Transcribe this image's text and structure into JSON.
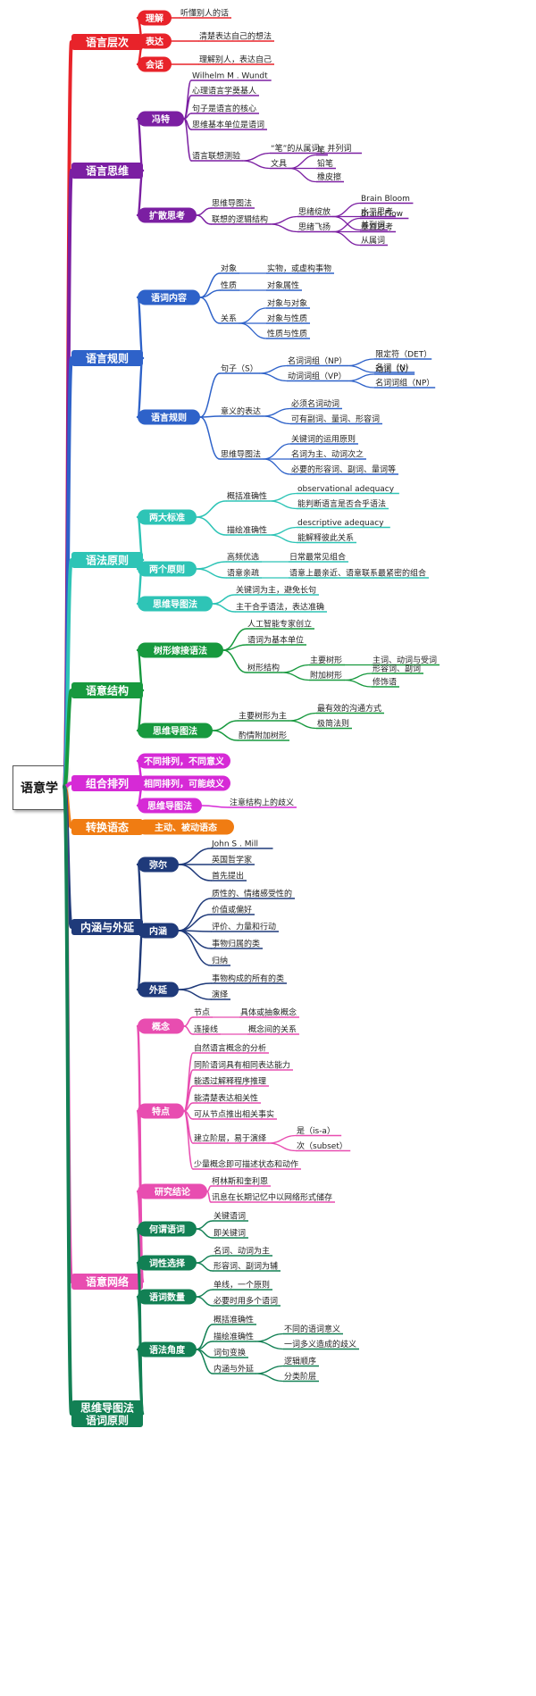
{
  "root": "语意学",
  "branches": [
    {
      "label": "语言层次",
      "color": "#e8232a",
      "children": [
        {
          "label": "理解",
          "leaves": [
            {
              "t": "听懂别人的话"
            }
          ]
        },
        {
          "label": "表达",
          "leaves": [
            {
              "t": "清楚表达自己的想法"
            }
          ]
        },
        {
          "label": "会话",
          "leaves": [
            {
              "t": "理解别人，表达自己"
            }
          ]
        }
      ]
    },
    {
      "label": "语言思维",
      "color": "#7b1fa2",
      "children": [
        {
          "label": "冯特",
          "leaves": [
            {
              "t": "Wilhelm M . Wundt"
            },
            {
              "t": "心理语言学奠基人"
            },
            {
              "t": "句子是语言的核心"
            },
            {
              "t": "思维基本单位是语词"
            },
            {
              "t": "语言联想测验",
              "sub": [
                {
                  "t": "“笔”的从属词、并列词"
                },
                {
                  "t": "文具",
                  "sub": [
                    {
                      "t": "笔"
                    },
                    {
                      "t": "铅笔"
                    },
                    {
                      "t": "橡皮擦"
                    }
                  ]
                }
              ]
            }
          ]
        },
        {
          "label": "扩散思考",
          "leaves": [
            {
              "t": "思维导图法"
            },
            {
              "t": "联想的逻辑结构",
              "sub": [
                {
                  "t": "思绪绽放",
                  "sub": [
                    {
                      "t": "Brain Bloom"
                    },
                    {
                      "t": "水平思考"
                    },
                    {
                      "t": "并列词"
                    }
                  ]
                },
                {
                  "t": "思绪飞扬",
                  "sub": [
                    {
                      "t": "Brain Flow"
                    },
                    {
                      "t": "垂直思考"
                    },
                    {
                      "t": "从属词"
                    }
                  ]
                }
              ]
            }
          ]
        }
      ]
    },
    {
      "label": "语言规则",
      "color": "#2e62c9",
      "children": [
        {
          "label": "语词内容",
          "leaves": [
            {
              "t": "对象",
              "sub": [
                {
                  "t": "实物，或虚构事物"
                }
              ]
            },
            {
              "t": "性质",
              "sub": [
                {
                  "t": "对象属性"
                }
              ]
            },
            {
              "t": "关系",
              "sub": [
                {
                  "t": "对象与对象"
                },
                {
                  "t": "对象与性质"
                },
                {
                  "t": "性质与性质"
                }
              ]
            }
          ]
        },
        {
          "label": "语言规则",
          "leaves": [
            {
              "t": "句子（S）",
              "sub": [
                {
                  "t": "名词词组（NP）",
                  "sub": [
                    {
                      "t": "限定符（DET）"
                    },
                    {
                      "t": "名词（N）"
                    }
                  ]
                },
                {
                  "t": "动词词组（VP）",
                  "sub": [
                    {
                      "t": "动词（V）"
                    },
                    {
                      "t": "名词词组（NP）"
                    }
                  ]
                }
              ]
            },
            {
              "t": "意义的表达",
              "sub": [
                {
                  "t": "必须名词动词"
                },
                {
                  "t": "可有副词、量词、形容词"
                }
              ]
            },
            {
              "t": "思维导图法",
              "sub": [
                {
                  "t": "关键词的运用原则"
                },
                {
                  "t": "名词为主、动词次之"
                },
                {
                  "t": "必要的形容词、副词、量词等"
                }
              ]
            }
          ]
        }
      ]
    },
    {
      "label": "语法原则",
      "color": "#2ec4b6",
      "children": [
        {
          "label": "两大标准",
          "leaves": [
            {
              "t": "概括准确性",
              "sub": [
                {
                  "t": "observational adequacy"
                },
                {
                  "t": "能判断语言是否合乎语法"
                }
              ]
            },
            {
              "t": "描绘准确性",
              "sub": [
                {
                  "t": "descriptive adequacy"
                },
                {
                  "t": "能解释彼此关系"
                }
              ]
            }
          ]
        },
        {
          "label": "两个原则",
          "leaves": [
            {
              "t": "高频优选",
              "sub": [
                {
                  "t": "日常最常见组合"
                }
              ]
            },
            {
              "t": "语意亲疏",
              "sub": [
                {
                  "t": "语意上最亲近、语意联系最紧密的组合"
                }
              ]
            }
          ]
        },
        {
          "label": "思维导图法",
          "leaves": [
            {
              "t": "关键词为主，避免长句"
            },
            {
              "t": "主干合乎语法，表达准确"
            }
          ]
        }
      ]
    },
    {
      "label": "语意结构",
      "color": "#17993e",
      "children": [
        {
          "label": "树形嫁接语法",
          "leaves": [
            {
              "t": "人工智能专家创立"
            },
            {
              "t": "语词为基本单位"
            },
            {
              "t": "树形结构",
              "sub": [
                {
                  "t": "主要树形",
                  "sub": [
                    {
                      "t": "主词、动词与受词"
                    }
                  ]
                },
                {
                  "t": "附加树形",
                  "sub": [
                    {
                      "t": "形容词、副词"
                    },
                    {
                      "t": "修饰语"
                    }
                  ]
                }
              ]
            }
          ]
        },
        {
          "label": "思维导图法",
          "leaves": [
            {
              "t": "主要树形为主",
              "sub": [
                {
                  "t": "最有效的沟通方式"
                },
                {
                  "t": "极简法则"
                }
              ]
            },
            {
              "t": "酌情附加树形"
            }
          ]
        }
      ]
    },
    {
      "label": "组合排列",
      "color": "#d62ad6",
      "children": [
        {
          "label": "不同排列，不同意义",
          "leaves": []
        },
        {
          "label": "相同排列，可能歧义",
          "leaves": []
        },
        {
          "label": "思维导图法",
          "leaves": [
            {
              "t": "注意结构上的歧义"
            }
          ]
        }
      ]
    },
    {
      "label": "转换语态",
      "color": "#f07c12",
      "children": [
        {
          "label": "主动、被动语态",
          "leaves": []
        }
      ]
    },
    {
      "label": "内涵与外延",
      "color": "#1f3a7a",
      "children": [
        {
          "label": "弥尔",
          "leaves": [
            {
              "t": "John S . Mill"
            },
            {
              "t": "英国哲学家"
            },
            {
              "t": "首先提出"
            }
          ]
        },
        {
          "label": "内涵",
          "leaves": [
            {
              "t": "质性的、情绪感受性的"
            },
            {
              "t": "价值或偏好"
            },
            {
              "t": "评价、力量和行动"
            },
            {
              "t": "事物归属的类"
            },
            {
              "t": "归纳"
            }
          ]
        },
        {
          "label": "外延",
          "leaves": [
            {
              "t": "事物构成的所有的类"
            },
            {
              "t": "演绎"
            }
          ]
        }
      ]
    },
    {
      "label": "语意网络",
      "color": "#e84db0",
      "children": [
        {
          "label": "概念",
          "leaves": [
            {
              "t": "节点",
              "sub": [
                {
                  "t": "具体或抽象概念"
                }
              ]
            },
            {
              "t": "连接线",
              "sub": [
                {
                  "t": "概念间的关系"
                }
              ]
            }
          ]
        },
        {
          "label": "特点",
          "leaves": [
            {
              "t": "自然语言概念的分析"
            },
            {
              "t": "同阶语词具有相同表达能力"
            },
            {
              "t": "能透过解释程序推理"
            },
            {
              "t": "能清楚表达相关性"
            },
            {
              "t": "可从节点推出相关事实"
            },
            {
              "t": "建立阶层，易于演绎",
              "sub": [
                {
                  "t": "是（is-a）"
                },
                {
                  "t": "次（subset）"
                }
              ]
            },
            {
              "t": "少量概念即可描述状态和动作"
            }
          ]
        },
        {
          "label": "研究结论",
          "leaves": [
            {
              "t": "柯林斯和奎利恩"
            },
            {
              "t": "讯息在长期记忆中以网络形式储存"
            }
          ]
        }
      ]
    },
    {
      "label": "思维导图法\n语词原则",
      "color": "#128054",
      "children": [
        {
          "label": "何谓语词",
          "leaves": [
            {
              "t": "关键语词"
            },
            {
              "t": "即关键词"
            }
          ]
        },
        {
          "label": "词性选择",
          "leaves": [
            {
              "t": "名词、动词为主"
            },
            {
              "t": "形容词、副词为辅"
            }
          ]
        },
        {
          "label": "语词数量",
          "leaves": [
            {
              "t": "单线，一个原则"
            },
            {
              "t": "必要时用多个语词"
            }
          ]
        },
        {
          "label": "语法角度",
          "leaves": [
            {
              "t": "概括准确性"
            },
            {
              "t": "描绘准确性",
              "sub": [
                {
                  "t": "不同的语词意义"
                },
                {
                  "t": "一词多义造成的歧义"
                }
              ]
            },
            {
              "t": "词句变换"
            },
            {
              "t": "内涵与外延",
              "sub": [
                {
                  "t": "逻辑顺序"
                },
                {
                  "t": "分类阶层"
                }
              ]
            }
          ]
        }
      ]
    }
  ]
}
